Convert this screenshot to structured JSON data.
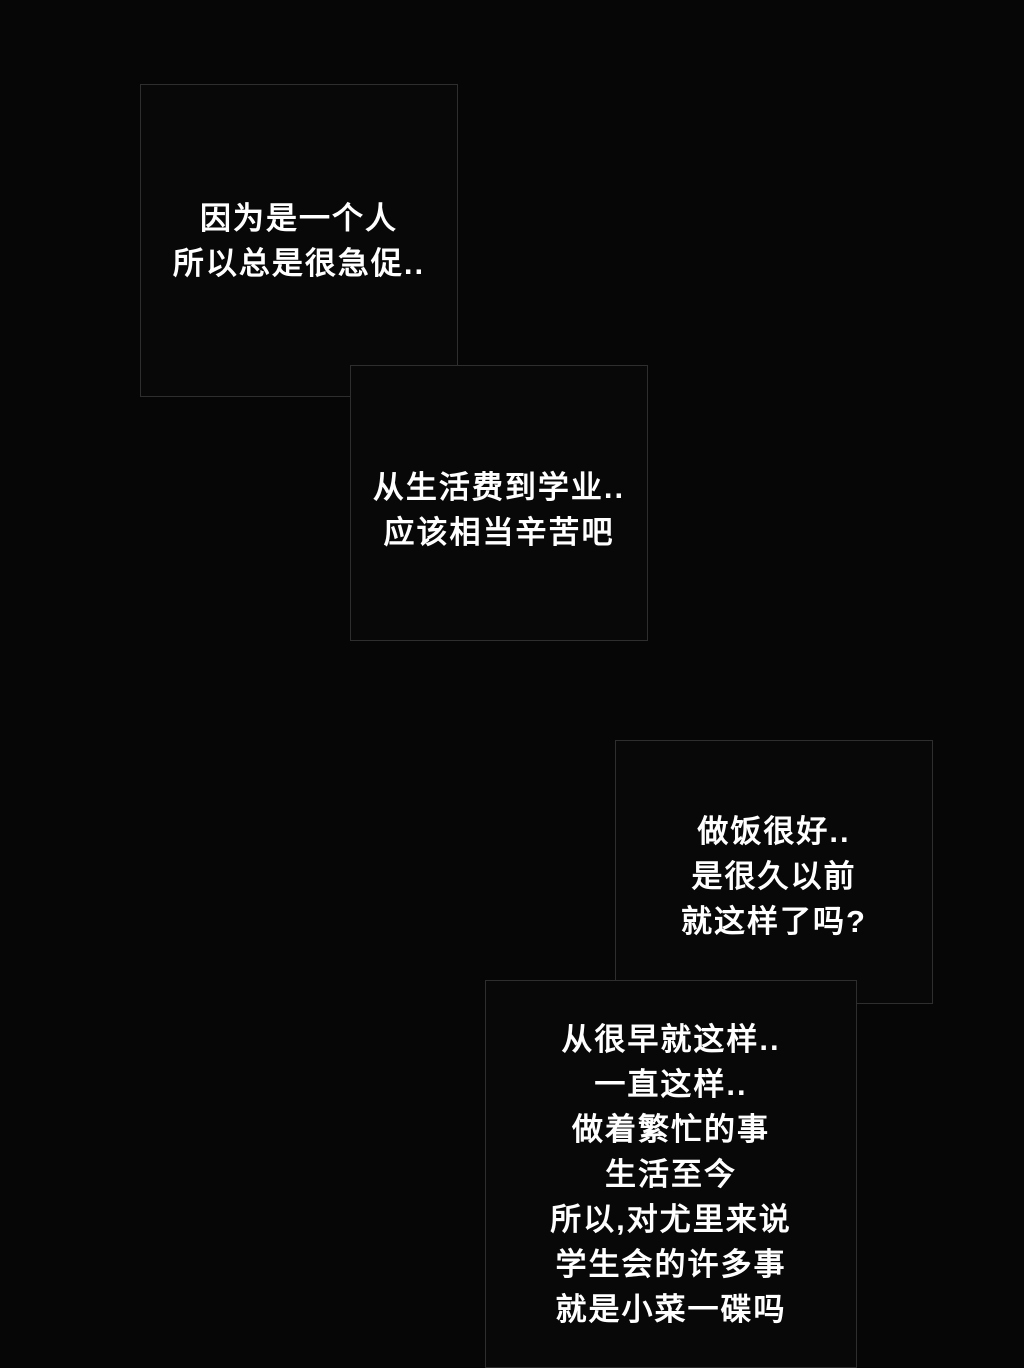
{
  "colors": {
    "page_background": "#060606",
    "panel_background": "#080808",
    "panel_border": "#2e2e2e",
    "text": "#ffffff"
  },
  "panels": [
    {
      "id": "panel-1",
      "lines": [
        "因为是一个人",
        "所以总是很急促.."
      ]
    },
    {
      "id": "panel-2",
      "lines": [
        "从生活费到学业..",
        "应该相当辛苦吧"
      ]
    },
    {
      "id": "panel-3",
      "lines": [
        "做饭很好..",
        "是很久以前",
        "就这样了吗?"
      ]
    },
    {
      "id": "panel-4",
      "lines": [
        "从很早就这样..",
        "一直这样..",
        "做着繁忙的事",
        "生活至今",
        "所以,对尤里来说",
        "学生会的许多事",
        "就是小菜一碟吗"
      ]
    }
  ]
}
